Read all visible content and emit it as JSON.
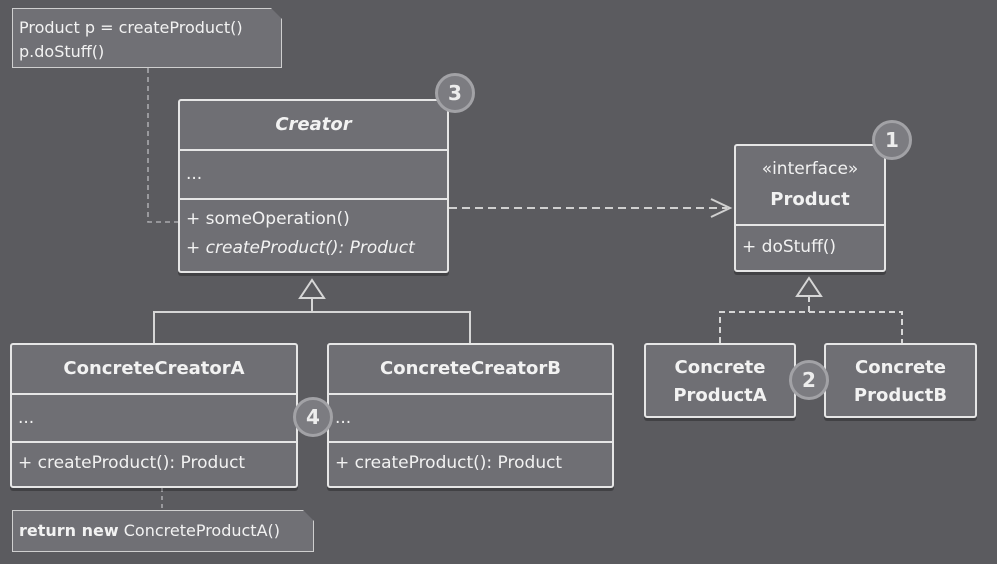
{
  "notes": {
    "top": {
      "line1": "Product p = createProduct()",
      "line2": "p.doStuff()"
    },
    "bottom": {
      "keyword": "return new",
      "text": " ConcreteProductA()"
    }
  },
  "creator": {
    "title": "Creator",
    "fields": "...",
    "method1": "+ someOperation()",
    "method2": "+ createProduct(): Product"
  },
  "product": {
    "stereotype": "«interface»",
    "title": "Product",
    "method": "+ doStuff()"
  },
  "concrete_creator_a": {
    "title": "ConcreteCreatorA",
    "fields": "...",
    "method": "+ createProduct(): Product"
  },
  "concrete_creator_b": {
    "title": "ConcreteCreatorB",
    "fields": "...",
    "method": "+ createProduct(): Product"
  },
  "concrete_product_a": {
    "line1": "Concrete",
    "line2": "ProductA"
  },
  "concrete_product_b": {
    "line1": "Concrete",
    "line2": "ProductB"
  },
  "badges": {
    "one": "1",
    "two": "2",
    "three": "3",
    "four": "4"
  },
  "colors": {
    "background": "#5b5b5f",
    "box_fill": "#6f6f74",
    "stroke": "#e6e6e6"
  }
}
